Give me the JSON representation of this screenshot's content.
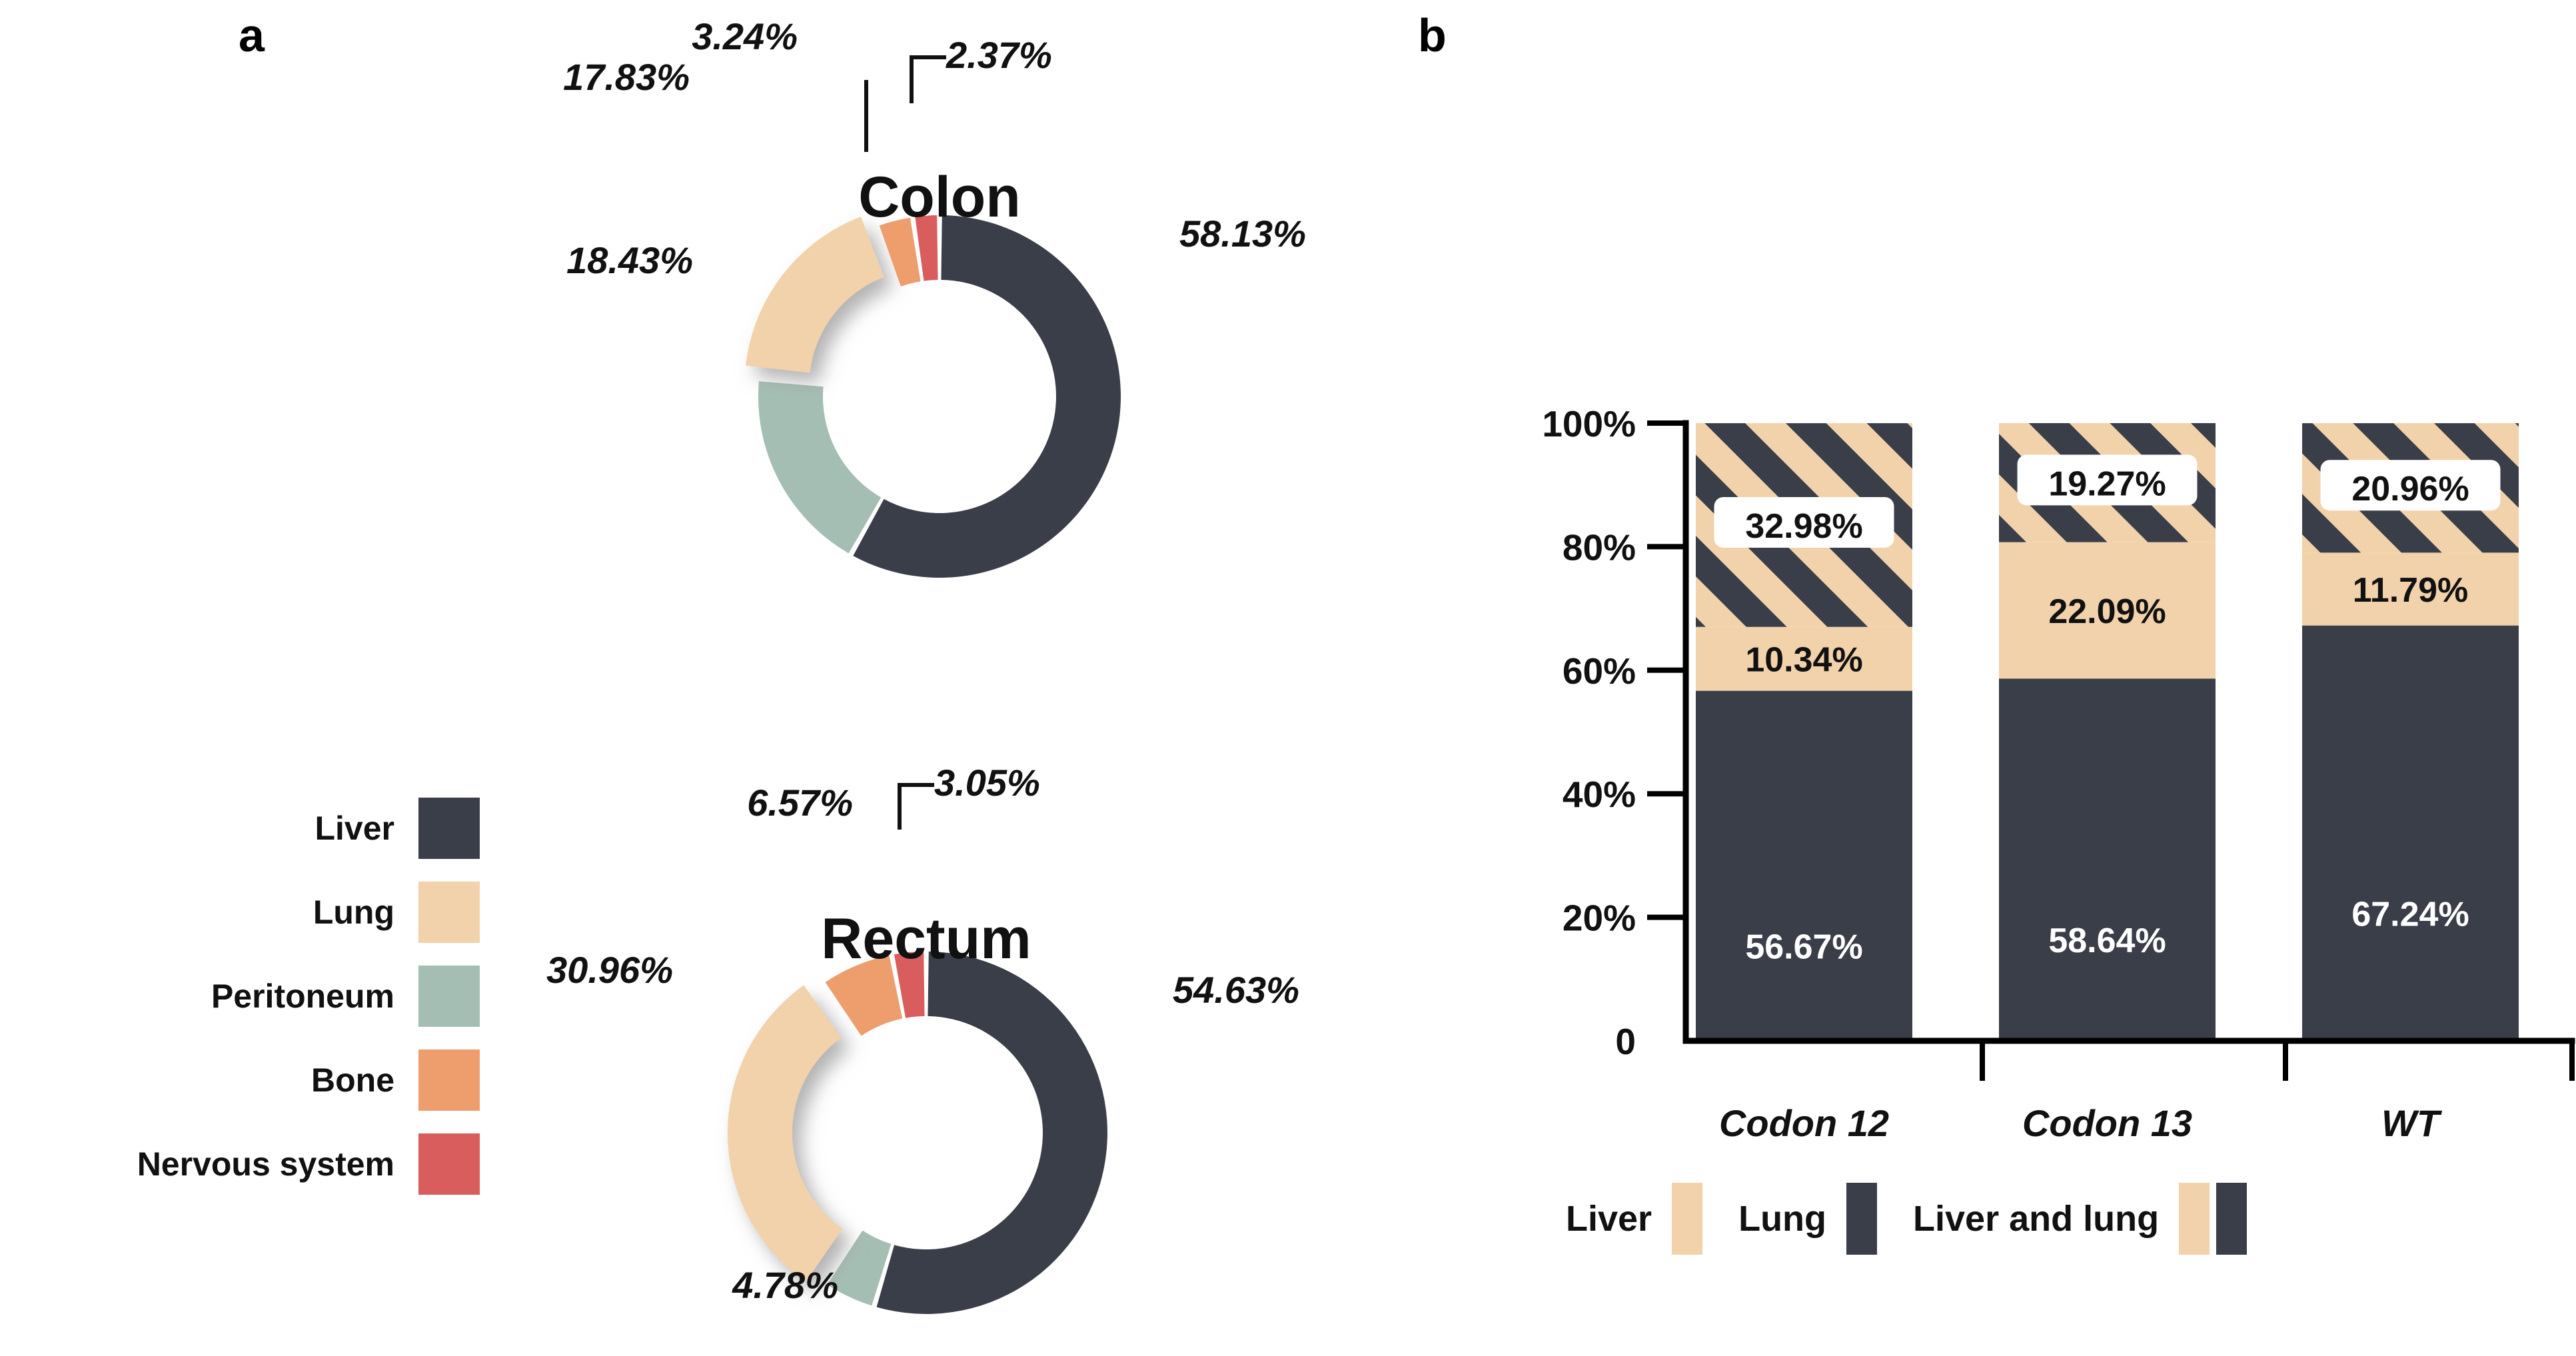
{
  "figure": {
    "panel_a_letter": "a",
    "panel_b_letter": "b"
  },
  "chart_data": [
    {
      "type": "pie",
      "title": "Colon",
      "subtype": "donut",
      "categories": [
        "Liver",
        "Peritoneum",
        "Lung",
        "Bone",
        "Nervous system"
      ],
      "values": [
        58.13,
        18.43,
        17.83,
        3.24,
        2.37
      ],
      "labels": [
        "58.13%",
        "18.43%",
        "17.83%",
        "3.24%",
        "2.37%"
      ],
      "exploded": [
        "Lung"
      ],
      "colors": [
        "#3A3E48",
        "#A5BEB3",
        "#F2D2AB",
        "#EE9E6D",
        "#D95D5D"
      ],
      "legend_position": "left"
    },
    {
      "type": "pie",
      "title": "Rectum",
      "subtype": "donut",
      "categories": [
        "Liver",
        "Peritoneum",
        "Lung",
        "Bone",
        "Nervous system"
      ],
      "values": [
        54.63,
        4.78,
        30.96,
        6.57,
        3.05
      ],
      "labels": [
        "54.63%",
        "4.78%",
        "30.96%",
        "6.57%",
        "3.05%"
      ],
      "exploded": [
        "Lung"
      ],
      "colors": [
        "#3A3E48",
        "#A5BEB3",
        "#F2D2AB",
        "#EE9E6D",
        "#D95D5D"
      ],
      "legend_position": "left"
    },
    {
      "type": "bar",
      "subtype": "stacked-100",
      "categories": [
        "Codon 12",
        "Codon 13",
        "WT"
      ],
      "series": [
        {
          "name": "Liver",
          "values": [
            56.67,
            58.64,
            67.24
          ],
          "color": "#3A3E48",
          "pattern": "solid",
          "labels": [
            "56.67%",
            "58.64%",
            "67.24%"
          ]
        },
        {
          "name": "Lung",
          "values": [
            10.34,
            22.09,
            11.79
          ],
          "color": "#F2D2AB",
          "pattern": "solid",
          "labels": [
            "10.34%",
            "22.09%",
            "11.79%"
          ]
        },
        {
          "name": "Liver and lung",
          "values": [
            32.98,
            19.27,
            20.96
          ],
          "color": "#F2D2AB",
          "pattern": "diagonal-stripes",
          "labels": [
            "32.98%",
            "19.27%",
            "20.96%"
          ]
        }
      ],
      "ylabel": "",
      "xlabel": "",
      "ylim": [
        0,
        100
      ],
      "yticks": [
        "0",
        "20%",
        "40%",
        "60%",
        "80%",
        "100%"
      ],
      "grid": false,
      "legend_position": "bottom"
    }
  ],
  "legend_a": {
    "items": [
      {
        "label": "Liver",
        "color": "#3A3E48"
      },
      {
        "label": "Lung",
        "color": "#F2D2AB"
      },
      {
        "label": "Peritoneum",
        "color": "#A5BEB3"
      },
      {
        "label": "Bone",
        "color": "#EE9E6D"
      },
      {
        "label": "Nervous system",
        "color": "#D95D5D"
      }
    ]
  },
  "legend_b": {
    "items": [
      {
        "label": "Liver",
        "swatches": [
          "#F2D2AB"
        ]
      },
      {
        "label": "Lung",
        "swatches": [
          "#3A3E48"
        ]
      },
      {
        "label": "Liver and lung",
        "swatches": [
          "#F2D2AB",
          "#3A3E48"
        ]
      }
    ]
  },
  "colors": {
    "liver": "#3A3E48",
    "lung": "#F2D2AB",
    "peritoneum": "#A5BEB3",
    "bone": "#EE9E6D",
    "nervous_system": "#D95D5D",
    "axis": "#000000",
    "background": "#FFFFFF"
  }
}
